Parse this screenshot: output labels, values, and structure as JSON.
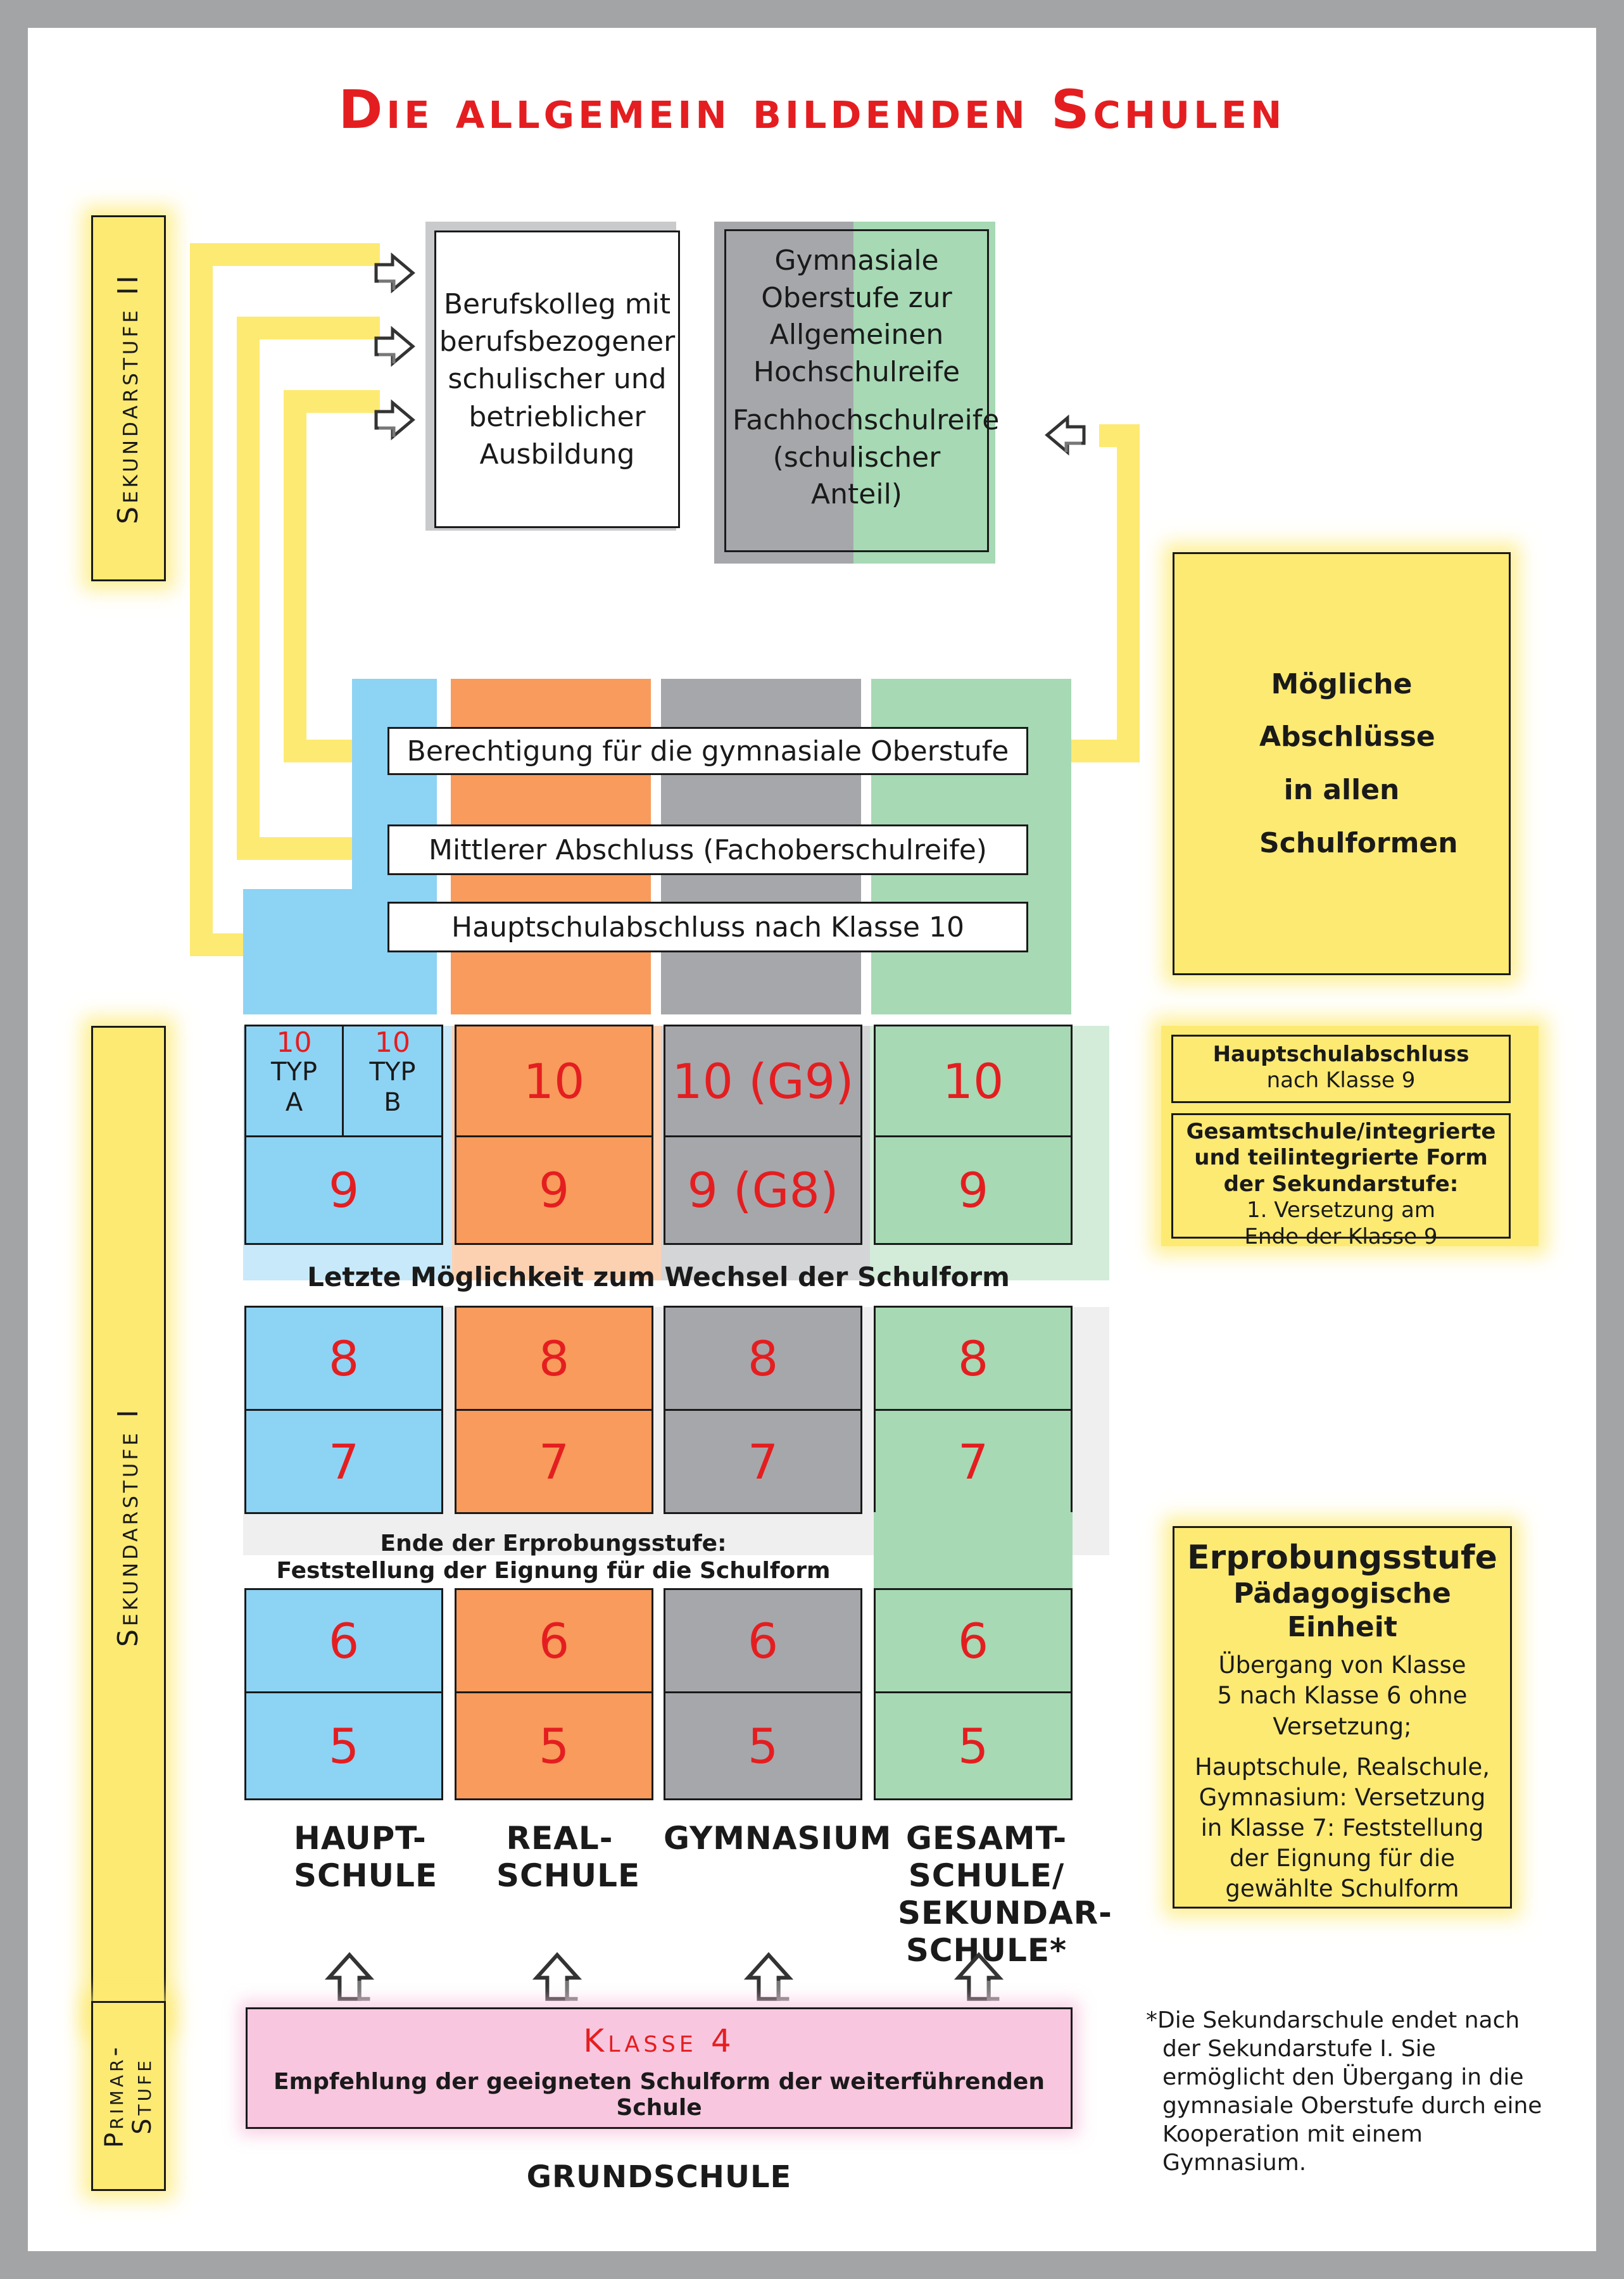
{
  "title": "Die allgemein bildenden Schulen",
  "stages": {
    "sek2": "Sekundarstufe II",
    "sek1": "Sekundarstufe I",
    "primar_line1": "Primar-",
    "primar_line2": "Stufe"
  },
  "upper": {
    "berufskolleg": "Berufskolleg mit berufsbezogener schulischer und betrieblicher Ausbildung",
    "gymnasiale_oberstufe": "Gymnasiale Oberstufe zur Allgemeinen Hochschulreife",
    "fachhochschulreife": "Fachhochschulreife (schulischer Anteil)"
  },
  "abschluss_bars": {
    "berechtigung": "Berechtigung für die gymnasiale Oberstufe",
    "mittlerer": "Mittlerer Abschluss (Fachoberschulreife)",
    "hauptschul10": "Hauptschulabschluss nach Klasse 10"
  },
  "grades": {
    "haupt_10a_num": "10",
    "haupt_10a_label": "TYP A",
    "haupt_10b_num": "10",
    "haupt_10b_label": "TYP B",
    "haupt_9": "9",
    "real_10": "10",
    "real_9": "9",
    "gym_10": "10 (G9)",
    "gym_9": "9 (G8)",
    "ges_10": "10",
    "ges_9": "9",
    "g8": "8",
    "g7": "7",
    "g6": "6",
    "g5": "5"
  },
  "captions": {
    "wechsel": "Letzte Möglichkeit zum Wechsel der Schulform",
    "erprobung_line1": "Ende der Erprobungsstufe:",
    "erprobung_line2": "Feststellung der Eignung für die Schulform"
  },
  "schools": {
    "haupt": "HAUPT- SCHULE",
    "real": "REAL- SCHULE",
    "gym": "GYMNASIUM",
    "ges": "GESAMT- SCHULE/ SEKUNDAR- SCHULE*",
    "grund": "GRUNDSCHULE"
  },
  "primar": {
    "klasse4": "Klasse 4",
    "empfehlung": "Empfehlung der geeigneten Schulform der weiterführenden Schule"
  },
  "right": {
    "moegliche": "Mögliche Abschlüsse in allen Schulformen",
    "hs9_bold": "Hauptschulabschluss",
    "hs9_text": "nach Klasse 9",
    "ges_bold": "Gesamtschule/integrierte und teilintegrierte Form der Sekundarstufe:",
    "ges_text": "1. Versetzung am Ende der Klasse 9",
    "erp_title": "Erprobungsstufe",
    "erp_sub": "Pädagogische Einheit",
    "erp_text1": "Übergang von Klasse 5 nach Klasse 6 ohne Versetzung;",
    "erp_text2": "Hauptschule, Realschule, Gymnasium: Versetzung in Klasse 7: Feststellung der Eignung für die gewählte Schulform"
  },
  "footnote": "*Die Sekundarschule endet nach der Sekundarstufe I. Sie ermöglicht den Übergang in die gymnasiale Oberstufe durch eine Kooperation mit einem Gymnasium.",
  "colors": {
    "red": "#e41e20",
    "yellow": "#fdea72",
    "blue": "#8dd3f4",
    "orange": "#f89b5c",
    "grey": "#a6a7ab",
    "green": "#a6d9b4",
    "pink": "#f8c6df"
  }
}
